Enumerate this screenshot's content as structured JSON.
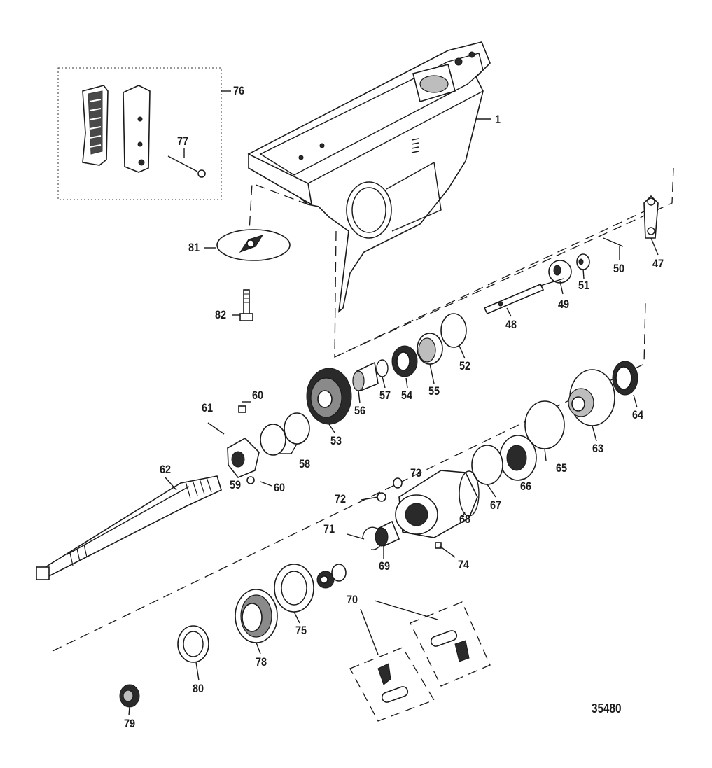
{
  "figure_number": "35480",
  "labels": {
    "l1": "1",
    "l47": "47",
    "l48": "48",
    "l49": "49",
    "l50": "50",
    "l51": "51",
    "l52": "52",
    "l53": "53",
    "l54": "54",
    "l55": "55",
    "l56": "56",
    "l57": "57",
    "l58": "58",
    "l59": "59",
    "l60a": "60",
    "l60b": "60",
    "l61": "61",
    "l62": "62",
    "l63": "63",
    "l64": "64",
    "l65": "65",
    "l66": "66",
    "l67": "67",
    "l68": "68",
    "l69": "69",
    "l70": "70",
    "l71": "71",
    "l72": "72",
    "l73": "73",
    "l74": "74",
    "l75": "75",
    "l76": "76",
    "l77": "77",
    "l78": "78",
    "l79": "79",
    "l80": "80",
    "l81": "81",
    "l82": "82"
  },
  "colors": {
    "ink": "#1a1a1a",
    "background": "#ffffff"
  }
}
